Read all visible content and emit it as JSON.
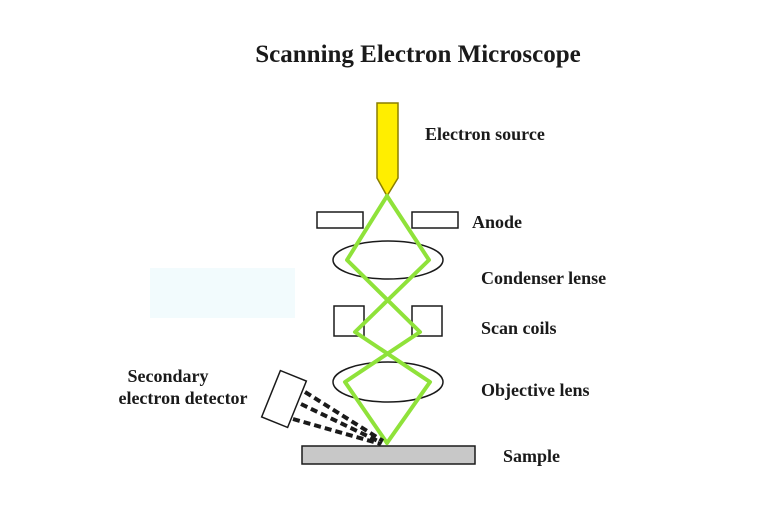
{
  "title": "Scanning Electron Microscope",
  "labels": {
    "electron_source": "Electron source",
    "anode": "Anode",
    "condenser": "Condenser lense",
    "scan_coils": "Scan coils",
    "objective": "Objective lens",
    "sample": "Sample",
    "detector_line1": "Secondary",
    "detector_line2": "electron detector"
  },
  "colors": {
    "beam": "#8fe23a",
    "source_fill": "#ffee00",
    "source_stroke": "#8a7f00",
    "sample_fill": "#c8c8c8",
    "outline": "#1a1a1a"
  }
}
